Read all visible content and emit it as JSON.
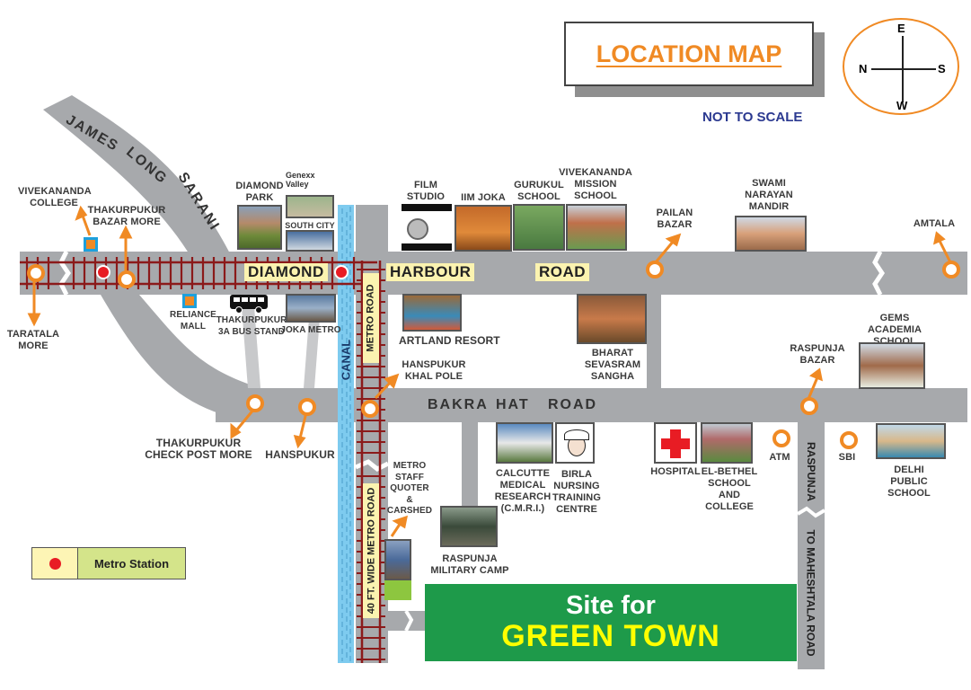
{
  "header": {
    "title": "LOCATION MAP",
    "subtitle": "NOT TO SCALE"
  },
  "compass": {
    "top": "E",
    "left": "N",
    "right": "S",
    "bottom": "W"
  },
  "roads": {
    "james_long_sarani": [
      "JAMES",
      "LONG",
      "SARANI"
    ],
    "diamond_harbour_road": [
      "DIAMOND",
      "HARBOUR",
      "ROAD"
    ],
    "bakra_hat_road": [
      "BAKRA",
      "HAT",
      "ROAD"
    ],
    "metro_road": "METRO ROAD",
    "wide_metro_road": "40 FT. WIDE METRO ROAD",
    "canal": "CANAL",
    "raspunja": "RASPUNJA",
    "to_maheshtala_road": "TO MAHESHTALA ROAD"
  },
  "landmarks": {
    "vivekananda_college": "VIVEKANANDA\nCOLLEGE",
    "thakurpukur_bazar_more": "THAKURPUKUR\nBAZAR MORE",
    "taratala_more": "TARATALA\nMORE",
    "diamond_park": "DIAMOND\nPARK",
    "genexx_valley": "Genexx\nValley",
    "south_city": "SOUTH CITY",
    "reliance_mall": "RELIANCE\nMALL",
    "bus_stand": "THAKURPUKUR\n3A BUS STAND",
    "joka_metro": "JOKA METRO",
    "film_studio": "FILM\nSTUDIO",
    "iim_joka": "IIM JOKA",
    "gurukul_school": "GURUKUL\nSCHOOL",
    "vivekananda_mission_school": "VIVEKANANDA\nMISSION\nSCHOOL",
    "pailan_bazar": "PAILAN\nBAZAR",
    "swami_narayan_mandir": "SWAMI\nNARAYAN\nMANDIR",
    "amtala": "AMTALA",
    "artland_resort": "ARTLAND RESORT",
    "bharat_sevasram_sangha": "BHARAT\nSEVASRAM\nSANGHA",
    "hanspukur_khal_pole": "HANSPUKUR\nKHAL POLE",
    "gems_academia_school": "GEMS\nACADEMIA\nSCHOOL",
    "raspunja_bazar": "RASPUNJA\nBAZAR",
    "thakurpukur_check_post_more": "THAKURPUKUR\nCHECK POST MORE",
    "hanspukur": "HANSPUKUR",
    "metro_staff_quoter": "METRO\nSTAFF\nQUOTER\n&\nCARSHED",
    "cmri": "CALCUTTE\nMEDICAL\nRESEARCH\n(C.M.R.I.)",
    "birla_nursing": "BIRLA\nNURSING\nTRAINING\nCENTRE",
    "raspunja_military_camp": "RASPUNJA\nMILITARY CAMP",
    "hospital": "HOSPITAL",
    "el_bethel": "EL-BETHEL\nSCHOOL\nAND\nCOLLEGE",
    "atm": "ATM",
    "sbi": "SBI",
    "delhi_public_school": "DELHI\nPUBLIC\nSCHOOL"
  },
  "legend": {
    "metro_station": "Metro Station"
  },
  "site": {
    "line1": "Site for",
    "line2": "GREEN TOWN"
  },
  "colors": {
    "road": "#a7a9ac",
    "rail": "#8b1a1a",
    "stop": "#f08a24",
    "metro": "#e81c24",
    "canal": "#7ecbef",
    "site_bg": "#1e9a4a",
    "site_title": "#ffff00",
    "header_text": "#f08a24",
    "subtitle_text": "#2b3990"
  }
}
